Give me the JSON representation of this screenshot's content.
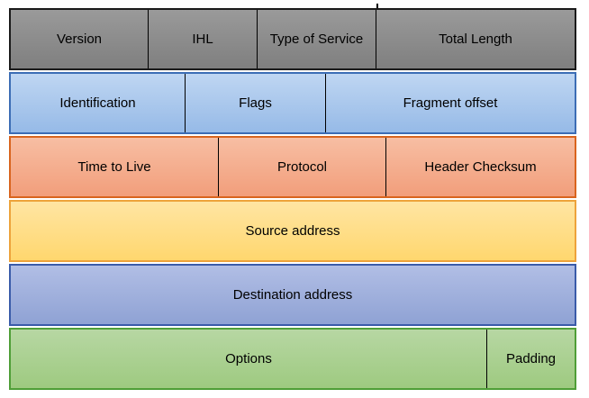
{
  "diagram": {
    "description": "IPv4 packet header field layout",
    "rows": [
      {
        "id": "word-1",
        "colors": {
          "fill_top": "#9a9a9a",
          "fill_bottom": "#7f7f7f",
          "border": "#1a1a1a"
        },
        "cells": [
          {
            "label": "Version"
          },
          {
            "label": "IHL"
          },
          {
            "label": "Type of Service"
          },
          {
            "label": "Total Length"
          }
        ]
      },
      {
        "id": "word-2",
        "colors": {
          "fill_top": "#bfd6f2",
          "fill_bottom": "#96bae7",
          "border": "#3c6db5"
        },
        "cells": [
          {
            "label": "Identification"
          },
          {
            "label": "Flags"
          },
          {
            "label": "Fragment offset"
          }
        ]
      },
      {
        "id": "word-3",
        "colors": {
          "fill_top": "#f7bea3",
          "fill_bottom": "#f29e7b",
          "border": "#d9641e"
        },
        "cells": [
          {
            "label": "Time to Live"
          },
          {
            "label": "Protocol"
          },
          {
            "label": "Header Checksum"
          }
        ]
      },
      {
        "id": "word-4",
        "colors": {
          "fill_top": "#ffe5a3",
          "fill_bottom": "#ffd76e",
          "border": "#eda33b"
        },
        "cells": [
          {
            "label": "Source address"
          }
        ]
      },
      {
        "id": "word-5",
        "colors": {
          "fill_top": "#b1bee5",
          "fill_bottom": "#8fa2d4",
          "border": "#3a5ba9"
        },
        "cells": [
          {
            "label": "Destination address"
          }
        ]
      },
      {
        "id": "word-6",
        "colors": {
          "fill_top": "#b7d7a3",
          "fill_bottom": "#9eca80",
          "border": "#4f9e37"
        },
        "cells": [
          {
            "label": "Options"
          },
          {
            "label": "Padding"
          }
        ]
      }
    ],
    "text_color": "#000000",
    "divider_color": "#000000",
    "background": "#ffffff"
  }
}
